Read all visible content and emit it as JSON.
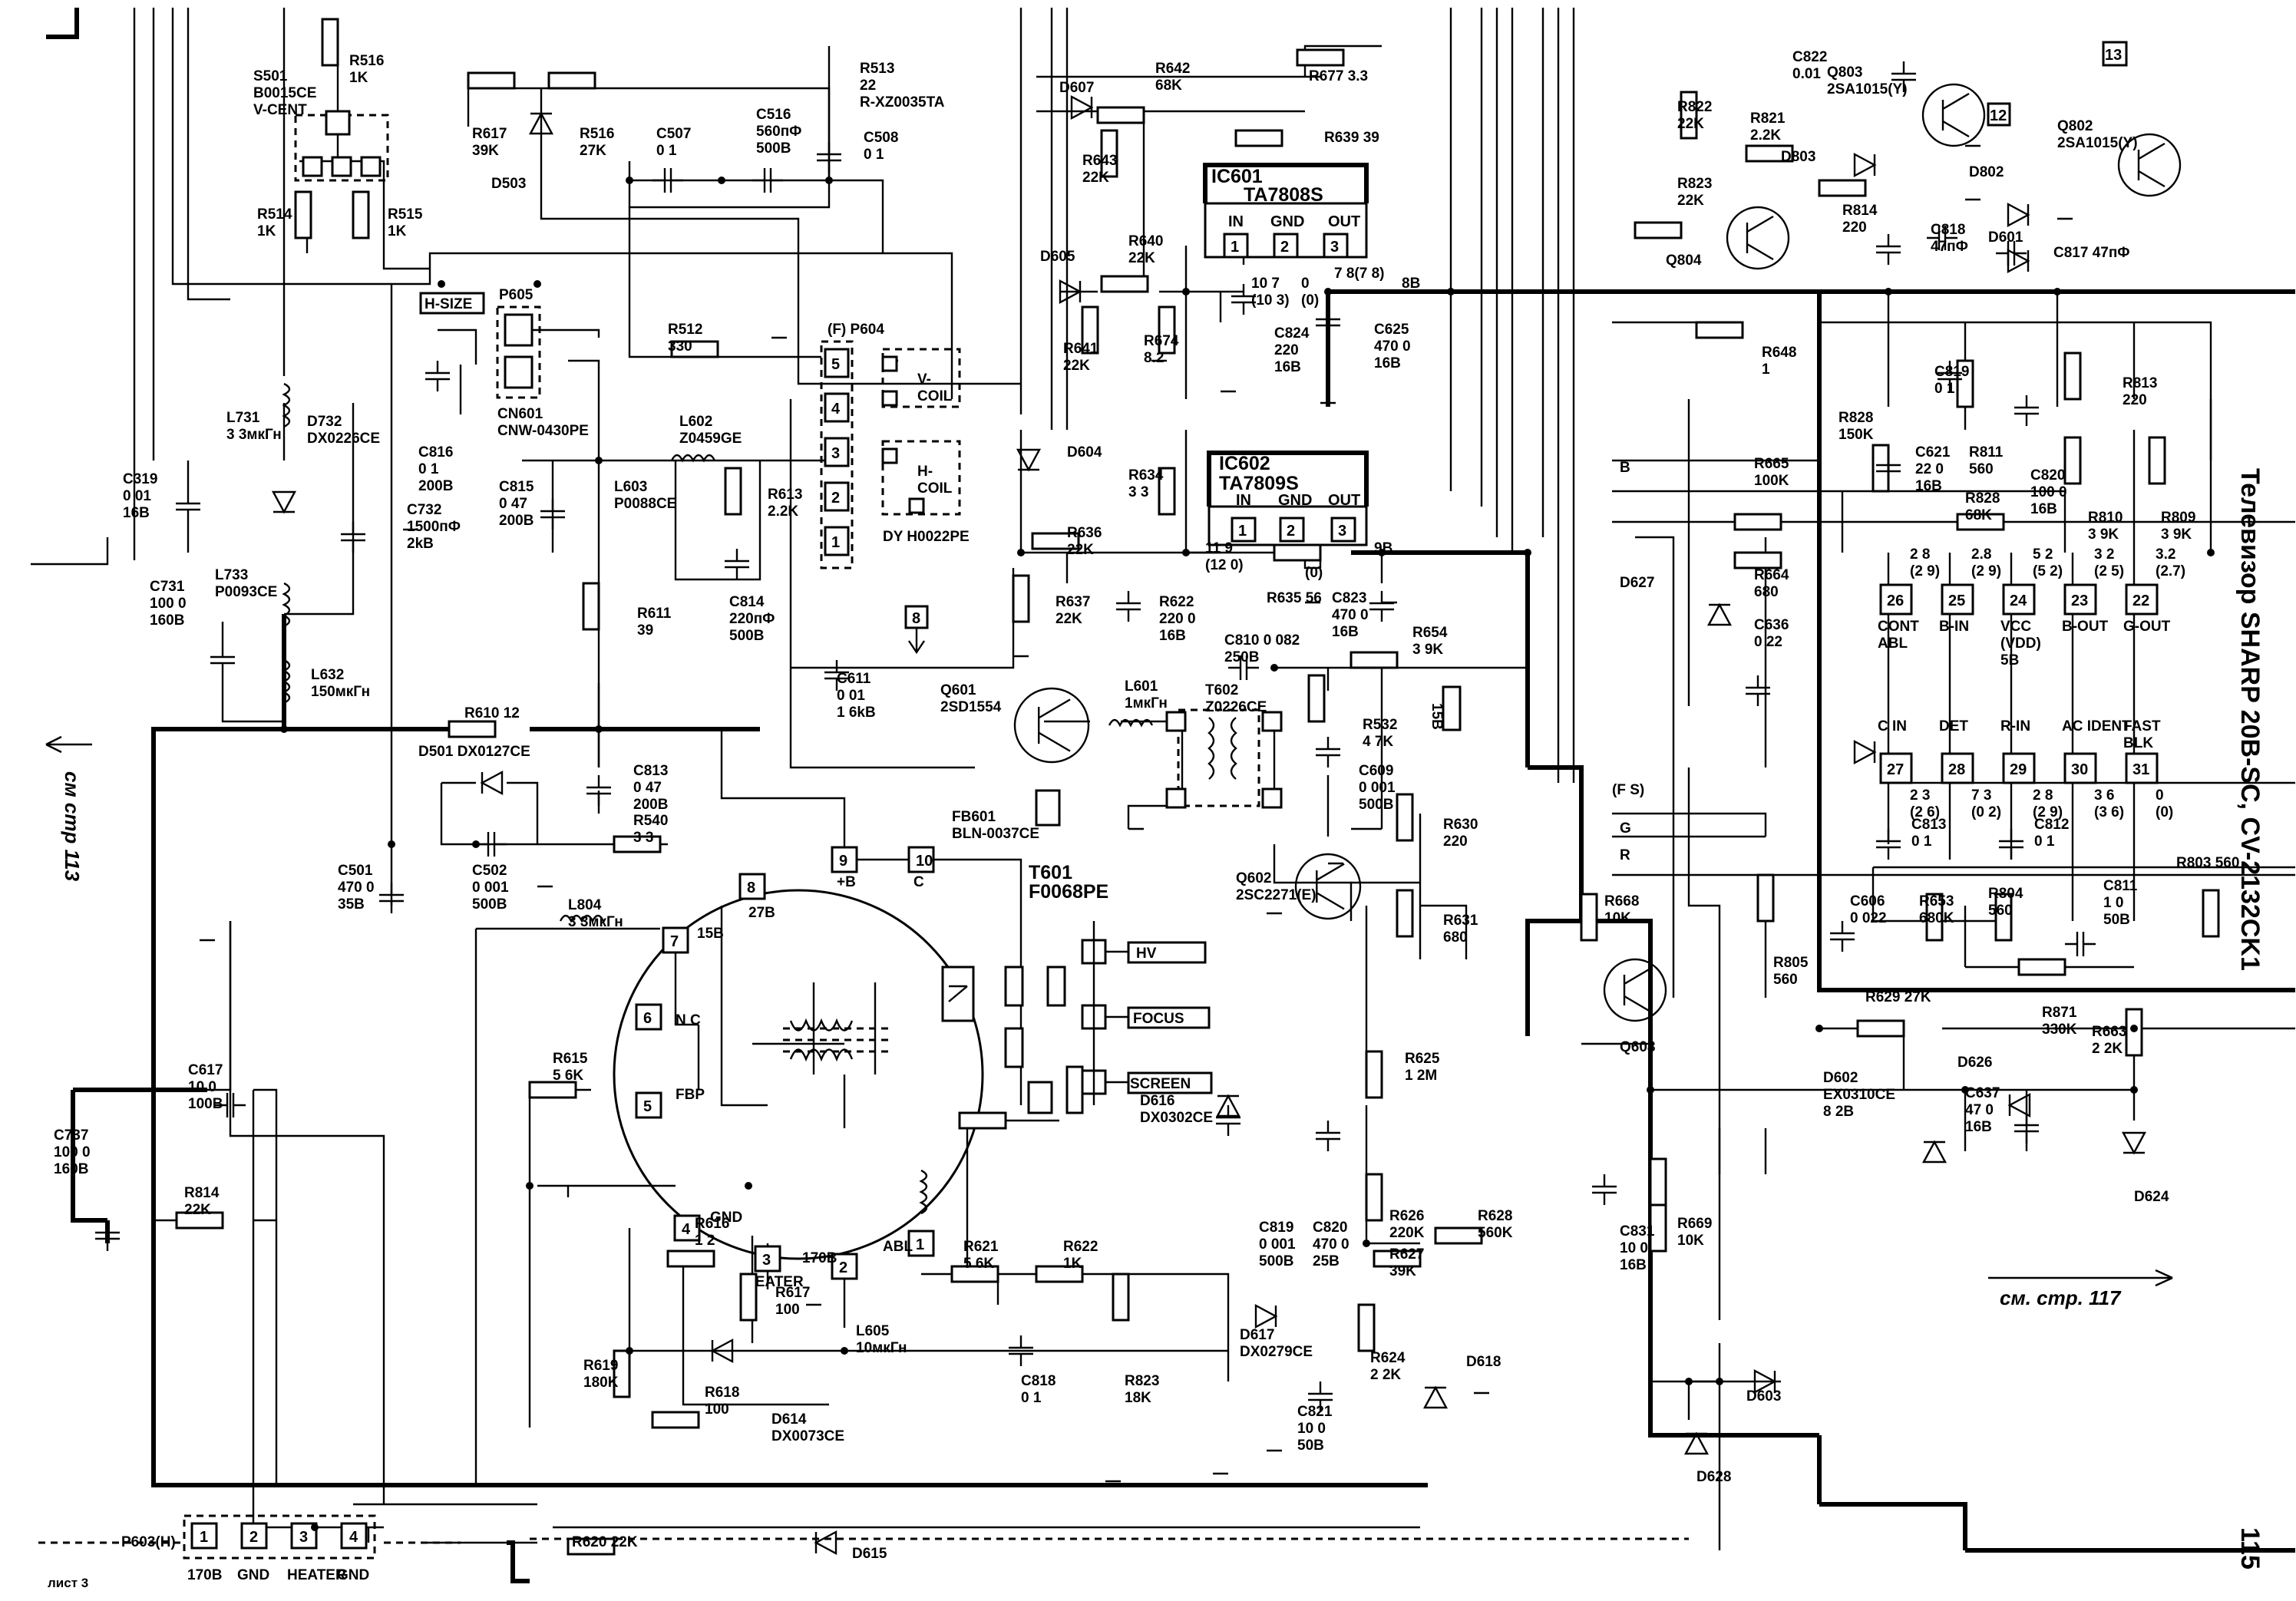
{
  "page": {
    "side_title": "Телевизор SHARP 20B-SC, CV-2132CK1",
    "page_number": "115",
    "ref_left": "см стр 113",
    "ref_right": "см. стр. 117",
    "sheet": "лист 3"
  },
  "ics": [
    {
      "name": "IC601",
      "part": "TA7808S",
      "pins": [
        "IN",
        "GND",
        "OUT"
      ],
      "nums": [
        "1",
        "2",
        "3"
      ]
    },
    {
      "name": "IC602",
      "part": "TA7809S",
      "pins": [
        "IN",
        "GND",
        "OUT"
      ],
      "nums": [
        "1",
        "2",
        "3"
      ]
    }
  ],
  "ic_notes": {
    "ic601_in": "10 7\n(10 3)",
    "ic601_gnd": "0\n(0)",
    "ic601_out": "7 8(7 8)",
    "rail_8b": "8B",
    "ic602_in": "11 9\n(12 0)",
    "ic602_gnd": "0\n(0)",
    "rail_9b": "9B"
  },
  "fbt": {
    "name": "T601",
    "part": "F0068PE",
    "pins": [
      {
        "n": "9",
        "l": "+B"
      },
      {
        "n": "10",
        "l": "C"
      },
      {
        "n": "8",
        "l": "27B"
      },
      {
        "n": "7",
        "l": "15B"
      },
      {
        "n": "6",
        "l": "N C"
      },
      {
        "n": "5",
        "l": "FBP"
      },
      {
        "n": "4",
        "l": "GND"
      },
      {
        "n": "3",
        "l": "HEATER"
      },
      {
        "n": "2",
        "l": "170B"
      },
      {
        "n": "1",
        "l": "ABL"
      }
    ],
    "outputs": [
      "HV",
      "FOCUS",
      "SCREEN"
    ]
  },
  "connectors": {
    "p604": {
      "name": "(F) P604",
      "pins": [
        "5",
        "4",
        "3",
        "2",
        "1"
      ],
      "coil_v": "V-\nCOIL",
      "coil_h": "H-\nCOIL",
      "dy": "DY H0022PE"
    },
    "p605": {
      "name": "P605",
      "cn": "CN601\nCNW-0430PE",
      "h_size": "H-SIZE"
    },
    "p603": {
      "name": "P603(H)",
      "pins": [
        "1",
        "2",
        "3",
        "4"
      ],
      "labels": [
        "170B",
        "GND",
        "HEATER",
        "GND"
      ]
    },
    "s501": {
      "name": "S501\nB0015CE\nV-CENT"
    }
  },
  "tags": {
    "tag8": "8",
    "tag12": "12",
    "tag13": "13",
    "tag_15b": "15B"
  },
  "video_ic_pins": [
    {
      "n": "26",
      "sig": "CONT\nABL",
      "v": "2 8\n(2 9)"
    },
    {
      "n": "25",
      "sig": "B-IN",
      "v": "2.8\n(2 9)"
    },
    {
      "n": "24",
      "sig": "VCC\n(VDD)\n5B",
      "v": "5 2\n(5 2)"
    },
    {
      "n": "23",
      "sig": "B-OUT",
      "v": "3 2\n(2 5)"
    },
    {
      "n": "22",
      "sig": "G-OUT",
      "v": "3.2\n(2.7)"
    },
    {
      "n": "27",
      "sig": "C  IN",
      "v": "2 3\n(2 6)"
    },
    {
      "n": "28",
      "sig": "DET",
      "v": "7 3\n(0 2)"
    },
    {
      "n": "29",
      "sig": "R-IN",
      "v": "2 8\n(2 9)"
    },
    {
      "n": "30",
      "sig": "AC IDENT",
      "v": "3 6\n(3 6)"
    },
    {
      "n": "31",
      "sig": "FAST\nBLK",
      "v": "0\n(0)"
    }
  ],
  "bus_labels": [
    "B",
    "(F S)",
    "G",
    "R"
  ],
  "components": [
    {
      "id": "R516a",
      "t": "R516\n1K"
    },
    {
      "id": "R514",
      "t": "R514\n1K"
    },
    {
      "id": "R515",
      "t": "R515\n1K"
    },
    {
      "id": "R617a",
      "t": "R617\n39K"
    },
    {
      "id": "R516b",
      "t": "R516\n27K"
    },
    {
      "id": "D503",
      "t": "D503"
    },
    {
      "id": "C507",
      "t": "C507\n0 1"
    },
    {
      "id": "C516",
      "t": "C516\n560пФ\n500B"
    },
    {
      "id": "R513",
      "t": "R513\n22\nR-XZ0035TA"
    },
    {
      "id": "C508",
      "t": "C508\n0 1"
    },
    {
      "id": "R512",
      "t": "R512\n330"
    },
    {
      "id": "C816",
      "t": "C816\n0 1\n200B"
    },
    {
      "id": "L731",
      "t": "L731\n3 3мкГн"
    },
    {
      "id": "D732",
      "t": "D732\nDX0226CE"
    },
    {
      "id": "C319",
      "t": "C319\n0 01\n16B"
    },
    {
      "id": "C815",
      "t": "C815\n0 47\n200B"
    },
    {
      "id": "L603",
      "t": "L603\nP0088CE"
    },
    {
      "id": "L602",
      "t": "L602\nZ0459GE"
    },
    {
      "id": "R613",
      "t": "R613\n2.2K"
    },
    {
      "id": "C814",
      "t": "C814\n220пФ\n500B"
    },
    {
      "id": "C732",
      "t": "C732\n1500пФ\n2kB"
    },
    {
      "id": "L733",
      "t": "L733\nP0093CE"
    },
    {
      "id": "C731",
      "t": "C731\n100 0\n160B"
    },
    {
      "id": "L632",
      "t": "L632\n150мкГн"
    },
    {
      "id": "R611",
      "t": "R611\n39"
    },
    {
      "id": "R610",
      "t": "R610 12"
    },
    {
      "id": "D501",
      "t": "D501 DX0127CE"
    },
    {
      "id": "C813a",
      "t": "C813\n0 47\n200B"
    },
    {
      "id": "R540",
      "t": "R540\n3 3"
    },
    {
      "id": "C501",
      "t": "C501\n470 0\n35B"
    },
    {
      "id": "C502",
      "t": "C502\n0 001\n500B"
    },
    {
      "id": "L804",
      "t": "L804\n3 3мкГн"
    },
    {
      "id": "C617",
      "t": "C617\n10 0\n100B"
    },
    {
      "id": "C737",
      "t": "C737\n100 0\n160B"
    },
    {
      "id": "R814a",
      "t": "R814\n22K"
    },
    {
      "id": "R615",
      "t": "R615\n5 6K"
    },
    {
      "id": "R616",
      "t": "R616\n1 2"
    },
    {
      "id": "R617b",
      "t": "R617\n100"
    },
    {
      "id": "L605",
      "t": "L605\n10мкГн"
    },
    {
      "id": "R619",
      "t": "R619\n180K"
    },
    {
      "id": "R618",
      "t": "R618\n100"
    },
    {
      "id": "D614",
      "t": "D614\nDX0073CE"
    },
    {
      "id": "R620",
      "t": "R620 22K"
    },
    {
      "id": "D615",
      "t": "D615"
    },
    {
      "id": "D607",
      "t": "D607"
    },
    {
      "id": "R642",
      "t": "R642\n68K"
    },
    {
      "id": "R643",
      "t": "R643\n22K"
    },
    {
      "id": "R677",
      "t": "R677 3.3"
    },
    {
      "id": "R639",
      "t": "R639 39"
    },
    {
      "id": "D605",
      "t": "D605"
    },
    {
      "id": "R640",
      "t": "R640\n22K"
    },
    {
      "id": "R641",
      "t": "R641\n22K"
    },
    {
      "id": "R674",
      "t": "R674\n8.2"
    },
    {
      "id": "C824",
      "t": "C824\n220\n16B"
    },
    {
      "id": "C625",
      "t": "C625\n470 0\n16B"
    },
    {
      "id": "D604",
      "t": "D604"
    },
    {
      "id": "R634",
      "t": "R634\n3 3"
    },
    {
      "id": "R636",
      "t": "R636\n22K"
    },
    {
      "id": "R637",
      "t": "R637\n22K"
    },
    {
      "id": "R622a",
      "t": "R622\n220 0\n16B"
    },
    {
      "id": "R635",
      "t": "R635 56"
    },
    {
      "id": "C823",
      "t": "C823\n470 0\n16B"
    },
    {
      "id": "C810",
      "t": "C810 0 082\n250B"
    },
    {
      "id": "R654",
      "t": "R654\n3 9K"
    },
    {
      "id": "C611",
      "t": "C611\n0 01\n1 6kB"
    },
    {
      "id": "Q601",
      "t": "Q601\n2SD1554"
    },
    {
      "id": "L601",
      "t": "L601\n1мкГн"
    },
    {
      "id": "T602",
      "t": "T602\nZ0226CE"
    },
    {
      "id": "R532",
      "t": "R532\n4 7K"
    },
    {
      "id": "C609",
      "t": "C609\n0 001\n500B"
    },
    {
      "id": "FB601",
      "t": "FB601\nBLN-0037CE"
    },
    {
      "id": "R630",
      "t": "R630\n220"
    },
    {
      "id": "Q602",
      "t": "Q602\n2SC2271(E)"
    },
    {
      "id": "R631",
      "t": "R631\n680"
    },
    {
      "id": "R625",
      "t": "R625\n1 2M"
    },
    {
      "id": "R626",
      "t": "R626\n220K"
    },
    {
      "id": "R627",
      "t": "R627\n39K"
    },
    {
      "id": "R628",
      "t": "R628\n560K"
    },
    {
      "id": "D616",
      "t": "D616\nDX0302CE"
    },
    {
      "id": "C819a",
      "t": "C819\n0 001\n500B"
    },
    {
      "id": "C820a",
      "t": "C820\n470 0\n25B"
    },
    {
      "id": "R621",
      "t": "R621\n5 6K"
    },
    {
      "id": "R622b",
      "t": "R622\n1K"
    },
    {
      "id": "C818a",
      "t": "C818\n0 1"
    },
    {
      "id": "R823a",
      "t": "R823\n18K"
    },
    {
      "id": "D617",
      "t": "D617\nDX0279CE"
    },
    {
      "id": "C821",
      "t": "C821\n10 0\n50B"
    },
    {
      "id": "R624",
      "t": "R624\n2 2K"
    },
    {
      "id": "D618",
      "t": "D618"
    },
    {
      "id": "C822",
      "t": "C822\n0.01"
    },
    {
      "id": "Q803",
      "t": "Q803\n2SA1015(Y)"
    },
    {
      "id": "R822",
      "t": "R822\n22K"
    },
    {
      "id": "R821",
      "t": "R821\n2.2K"
    },
    {
      "id": "D803",
      "t": "D803"
    },
    {
      "id": "Q802",
      "t": "Q802\n2SA1015(Y)"
    },
    {
      "id": "R823b",
      "t": "R823\n22K"
    },
    {
      "id": "D802",
      "t": "D802"
    },
    {
      "id": "Q804",
      "t": "Q804"
    },
    {
      "id": "R814b",
      "t": "R814\n220"
    },
    {
      "id": "C818b",
      "t": "C818\n47пФ"
    },
    {
      "id": "D601",
      "t": "D601"
    },
    {
      "id": "C817",
      "t": "C817 47пФ"
    },
    {
      "id": "R648",
      "t": "R648\n1"
    },
    {
      "id": "C819b",
      "t": "C819\n0 1"
    },
    {
      "id": "R813",
      "t": "R813\n220"
    },
    {
      "id": "R828a",
      "t": "R828\n150K"
    },
    {
      "id": "C621",
      "t": "C621\n22 0\n16B"
    },
    {
      "id": "R811",
      "t": "R811\n560"
    },
    {
      "id": "C820b",
      "t": "C820\n100 0\n16B"
    },
    {
      "id": "R828b",
      "t": "R828\n68K"
    },
    {
      "id": "R810",
      "t": "R810\n3 9K"
    },
    {
      "id": "R809",
      "t": "R809\n3 9K"
    },
    {
      "id": "R665",
      "t": "R665\n100K"
    },
    {
      "id": "R664",
      "t": "R664\n680"
    },
    {
      "id": "C636",
      "t": "C636\n0 22"
    },
    {
      "id": "D627",
      "t": "D627"
    },
    {
      "id": "C813b",
      "t": "C813\n0 1"
    },
    {
      "id": "C812",
      "t": "C812\n0 1"
    },
    {
      "id": "C811",
      "t": "C811\n1 0\n50B"
    },
    {
      "id": "R803",
      "t": "R803 560"
    },
    {
      "id": "C606",
      "t": "C606\n0 022"
    },
    {
      "id": "R653",
      "t": "R653\n680K"
    },
    {
      "id": "R804",
      "t": "R804\n560"
    },
    {
      "id": "R805",
      "t": "R805\n560"
    },
    {
      "id": "R668",
      "t": "R668\n10K"
    },
    {
      "id": "Q608",
      "t": "Q608"
    },
    {
      "id": "R629",
      "t": "R629 27K"
    },
    {
      "id": "R871",
      "t": "R871\n330K"
    },
    {
      "id": "R663",
      "t": "R663\n2 2K"
    },
    {
      "id": "D626",
      "t": "D626"
    },
    {
      "id": "D602",
      "t": "D602\nEX0310CE\n8 2B"
    },
    {
      "id": "C637",
      "t": "C637\n47 0\n16B"
    },
    {
      "id": "D624",
      "t": "D624"
    },
    {
      "id": "C831",
      "t": "C831\n10 0\n16B"
    },
    {
      "id": "R669",
      "t": "R669\n10K"
    },
    {
      "id": "D603",
      "t": "D603"
    },
    {
      "id": "D628",
      "t": "D628"
    }
  ]
}
